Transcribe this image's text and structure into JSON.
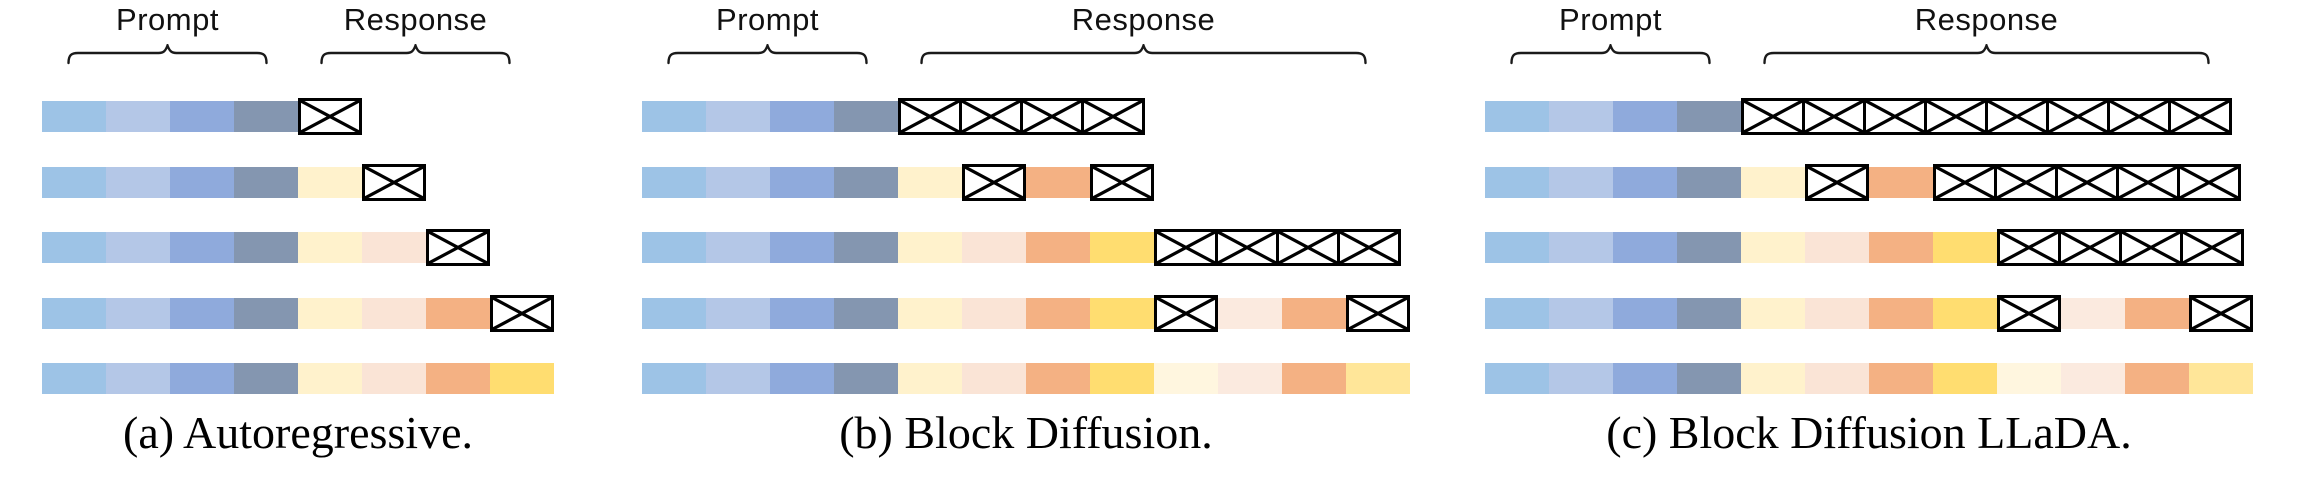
{
  "figure": {
    "prompt_label": "Prompt",
    "response_label": "Response"
  },
  "colors": {
    "blue1": "#9DC3E6",
    "blue2": "#B4C7E7",
    "blue3": "#8FAADC",
    "blue4": "#8496B0",
    "cream": "#FFF2CC",
    "pink": "#FAE4D6",
    "orange": "#F4B183",
    "gold": "#FFDD70",
    "cream2": "#FFF6DF",
    "pink2": "#FBEADF",
    "gold2": "#FFE699",
    "mask_bg": "#FFFFFF",
    "mask_border": "#000000",
    "brace_color": "#1A1A1A"
  },
  "panels": [
    {
      "id": "a",
      "caption": "(a) Autoregressive.",
      "prompt_len": 4,
      "response_len": 4,
      "rows": [
        [
          "blue1",
          "blue2",
          "blue3",
          "blue4",
          "mask"
        ],
        [
          "blue1",
          "blue2",
          "blue3",
          "blue4",
          "cream",
          "mask"
        ],
        [
          "blue1",
          "blue2",
          "blue3",
          "blue4",
          "cream",
          "pink",
          "mask"
        ],
        [
          "blue1",
          "blue2",
          "blue3",
          "blue4",
          "cream",
          "pink",
          "orange",
          "mask"
        ],
        [
          "blue1",
          "blue2",
          "blue3",
          "blue4",
          "cream",
          "pink",
          "orange",
          "gold"
        ]
      ]
    },
    {
      "id": "b",
      "caption": "(b) Block Diffusion.",
      "prompt_len": 4,
      "response_len": 8,
      "rows": [
        [
          "blue1",
          "blue2",
          "blue3",
          "blue4",
          "mask",
          "mask",
          "mask",
          "mask"
        ],
        [
          "blue1",
          "blue2",
          "blue3",
          "blue4",
          "cream",
          "mask",
          "orange",
          "mask"
        ],
        [
          "blue1",
          "blue2",
          "blue3",
          "blue4",
          "cream",
          "pink",
          "orange",
          "gold",
          "mask",
          "mask",
          "mask",
          "mask"
        ],
        [
          "blue1",
          "blue2",
          "blue3",
          "blue4",
          "cream",
          "pink",
          "orange",
          "gold",
          "mask",
          "pink2",
          "orange",
          "mask"
        ],
        [
          "blue1",
          "blue2",
          "blue3",
          "blue4",
          "cream",
          "pink",
          "orange",
          "gold",
          "cream2",
          "pink2",
          "orange",
          "gold2"
        ]
      ]
    },
    {
      "id": "c",
      "caption": "(c) Block Diffusion LLaDA.",
      "prompt_len": 4,
      "response_len": 8,
      "rows": [
        [
          "blue1",
          "blue2",
          "blue3",
          "blue4",
          "mask",
          "mask",
          "mask",
          "mask",
          "mask",
          "mask",
          "mask",
          "mask"
        ],
        [
          "blue1",
          "blue2",
          "blue3",
          "blue4",
          "cream",
          "mask",
          "orange",
          "mask",
          "mask",
          "mask",
          "mask",
          "mask"
        ],
        [
          "blue1",
          "blue2",
          "blue3",
          "blue4",
          "cream",
          "pink",
          "orange",
          "gold",
          "mask",
          "mask",
          "mask",
          "mask"
        ],
        [
          "blue1",
          "blue2",
          "blue3",
          "blue4",
          "cream",
          "pink",
          "orange",
          "gold",
          "mask",
          "pink2",
          "orange",
          "mask"
        ],
        [
          "blue1",
          "blue2",
          "blue3",
          "blue4",
          "cream",
          "pink",
          "orange",
          "gold",
          "cream2",
          "pink2",
          "orange",
          "gold2"
        ]
      ]
    }
  ]
}
